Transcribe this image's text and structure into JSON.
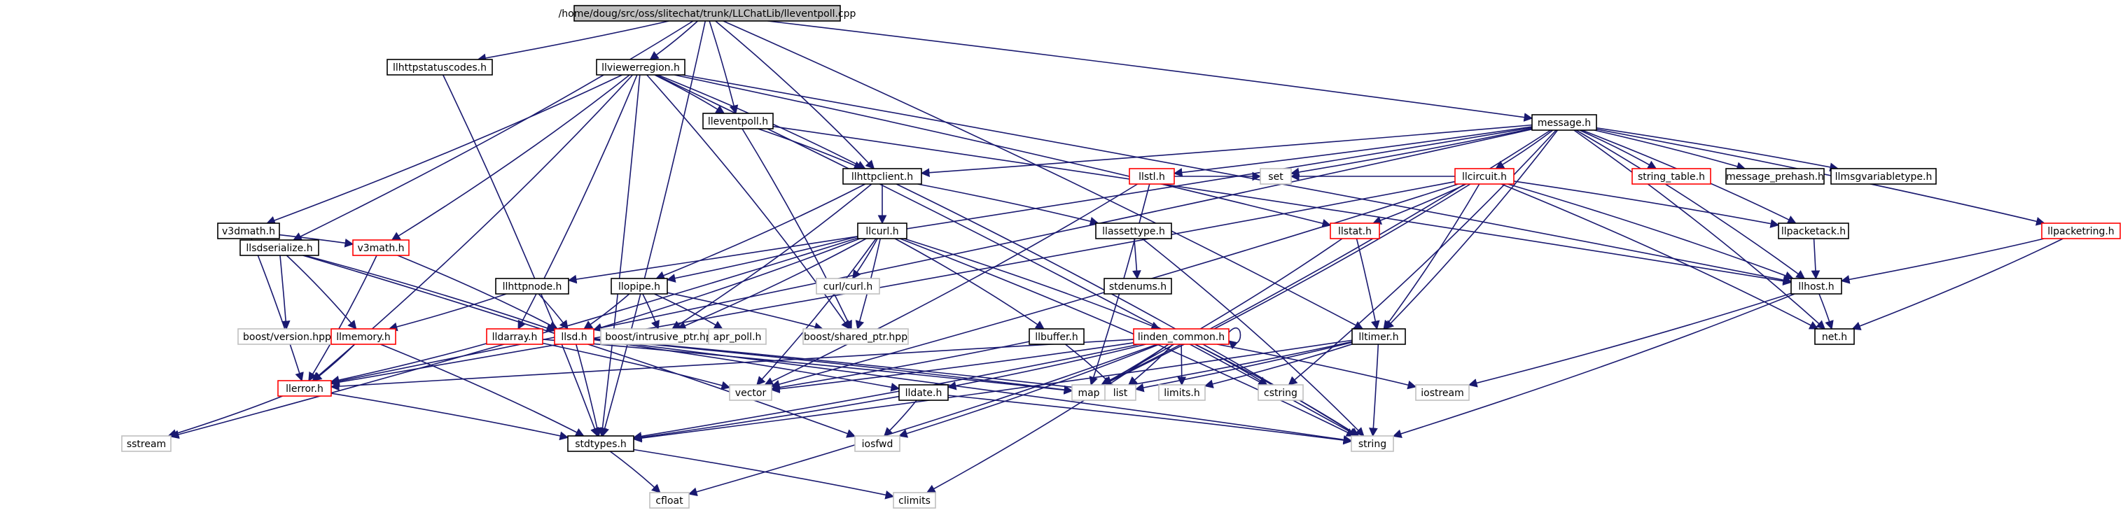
{
  "graph": {
    "colors": {
      "edge": "#191970",
      "root_fill": "#bfbfbf",
      "node_fill": "#ffffff",
      "border_normal": "#000000",
      "border_truncated": "#ff0000",
      "border_system": "#bfbfbf"
    },
    "nodes": [
      {
        "id": "root",
        "label": "/home/doug/src/oss/slitechat/trunk/LLChatLib/lleventpoll.cpp",
        "kind": "root"
      },
      {
        "id": "llhttpstatuscodes",
        "label": "llhttpstatuscodes.h",
        "kind": "normal"
      },
      {
        "id": "llviewerregion",
        "label": "llviewerregion.h",
        "kind": "normal"
      },
      {
        "id": "lleventpoll",
        "label": "lleventpoll.h",
        "kind": "normal"
      },
      {
        "id": "message",
        "label": "message.h",
        "kind": "normal"
      },
      {
        "id": "llhttpclient",
        "label": "llhttpclient.h",
        "kind": "normal"
      },
      {
        "id": "llsdserialize",
        "label": "llsdserialize.h",
        "kind": "normal"
      },
      {
        "id": "v3dmath",
        "label": "v3dmath.h",
        "kind": "normal"
      },
      {
        "id": "v3math",
        "label": "v3math.h",
        "kind": "truncated"
      },
      {
        "id": "llcurl",
        "label": "llcurl.h",
        "kind": "normal"
      },
      {
        "id": "llstl",
        "label": "llstl.h",
        "kind": "truncated"
      },
      {
        "id": "llcircuit",
        "label": "llcircuit.h",
        "kind": "truncated"
      },
      {
        "id": "string_table",
        "label": "string_table.h",
        "kind": "truncated"
      },
      {
        "id": "message_prehash",
        "label": "message_prehash.h",
        "kind": "normal"
      },
      {
        "id": "llmsgvariabletype",
        "label": "llmsgvariabletype.h",
        "kind": "normal"
      },
      {
        "id": "llpacketring",
        "label": "llpacketring.h",
        "kind": "truncated"
      },
      {
        "id": "llhttpnode",
        "label": "llhttpnode.h",
        "kind": "normal"
      },
      {
        "id": "llassettype",
        "label": "llassettype.h",
        "kind": "normal"
      },
      {
        "id": "llpacketack",
        "label": "llpacketack.h",
        "kind": "normal"
      },
      {
        "id": "llstat",
        "label": "llstat.h",
        "kind": "truncated"
      },
      {
        "id": "set",
        "label": "set",
        "kind": "system"
      },
      {
        "id": "llhost",
        "label": "llhost.h",
        "kind": "normal"
      },
      {
        "id": "stdenums",
        "label": "stdenums.h",
        "kind": "normal"
      },
      {
        "id": "llpipe",
        "label": "llopipe.h",
        "kind": "normal"
      },
      {
        "id": "curlcurl",
        "label": "curl/curl.h",
        "kind": "system"
      },
      {
        "id": "boost_version",
        "label": "boost/version.hpp",
        "kind": "system"
      },
      {
        "id": "boost_intrusive",
        "label": "boost/intrusive_ptr.hpp",
        "kind": "system"
      },
      {
        "id": "apr_poll",
        "label": "apr_poll.h",
        "kind": "system"
      },
      {
        "id": "boost_shared",
        "label": "boost/shared_ptr.hpp",
        "kind": "system"
      },
      {
        "id": "llmemory",
        "label": "llmemory.h",
        "kind": "truncated"
      },
      {
        "id": "lldarray",
        "label": "lldarray.h",
        "kind": "truncated"
      },
      {
        "id": "llsd",
        "label": "llsd.h",
        "kind": "truncated"
      },
      {
        "id": "llbuffer",
        "label": "llbuffer.h",
        "kind": "normal"
      },
      {
        "id": "linden_common",
        "label": "linden_common.h",
        "kind": "truncated"
      },
      {
        "id": "lltimer",
        "label": "lltimer.h",
        "kind": "normal"
      },
      {
        "id": "net",
        "label": "net.h",
        "kind": "normal"
      },
      {
        "id": "llerror",
        "label": "llerror.h",
        "kind": "truncated"
      },
      {
        "id": "vector",
        "label": "vector",
        "kind": "system"
      },
      {
        "id": "map",
        "label": "map",
        "kind": "system"
      },
      {
        "id": "list",
        "label": "list",
        "kind": "system"
      },
      {
        "id": "limits_h",
        "label": "limits.h",
        "kind": "system"
      },
      {
        "id": "cstring",
        "label": "cstring",
        "kind": "system"
      },
      {
        "id": "iostream",
        "label": "iostream",
        "kind": "system"
      },
      {
        "id": "lldate",
        "label": "lldate.h",
        "kind": "normal"
      },
      {
        "id": "sstream",
        "label": "sstream",
        "kind": "system"
      },
      {
        "id": "stdtypes",
        "label": "stdtypes.h",
        "kind": "normal"
      },
      {
        "id": "iosfwd",
        "label": "iosfwd",
        "kind": "system"
      },
      {
        "id": "string",
        "label": "string",
        "kind": "system"
      },
      {
        "id": "cfloat",
        "label": "cfloat",
        "kind": "system"
      },
      {
        "id": "climits",
        "label": "climits",
        "kind": "system"
      }
    ],
    "edges": [
      [
        "root",
        "llhttpstatuscodes"
      ],
      [
        "root",
        "llviewerregion"
      ],
      [
        "root",
        "lleventpoll"
      ],
      [
        "root",
        "message"
      ],
      [
        "root",
        "llhttpclient"
      ],
      [
        "root",
        "llsdserialize"
      ],
      [
        "root",
        "lltimer"
      ],
      [
        "root",
        "stdtypes"
      ],
      [
        "llhttpstatuscodes",
        "stdtypes"
      ],
      [
        "llviewerregion",
        "lleventpoll"
      ],
      [
        "llviewerregion",
        "llhttpclient"
      ],
      [
        "llviewerregion",
        "v3dmath"
      ],
      [
        "llviewerregion",
        "v3math"
      ],
      [
        "llviewerregion",
        "llstat"
      ],
      [
        "llviewerregion",
        "lldarray"
      ],
      [
        "llviewerregion",
        "llhost"
      ],
      [
        "llviewerregion",
        "stdtypes"
      ],
      [
        "llviewerregion",
        "string"
      ],
      [
        "llviewerregion",
        "boost_shared"
      ],
      [
        "llviewerregion",
        "llerror"
      ],
      [
        "lleventpoll",
        "llhttpclient"
      ],
      [
        "lleventpoll",
        "llhost"
      ],
      [
        "lleventpoll",
        "boost_shared"
      ],
      [
        "message",
        "llhttpclient"
      ],
      [
        "message",
        "llstl"
      ],
      [
        "message",
        "llcircuit"
      ],
      [
        "message",
        "string_table"
      ],
      [
        "message",
        "message_prehash"
      ],
      [
        "message",
        "llmsgvariabletype"
      ],
      [
        "message",
        "llpacketring"
      ],
      [
        "message",
        "llpacketack"
      ],
      [
        "message",
        "llhost"
      ],
      [
        "message",
        "lltimer"
      ],
      [
        "message",
        "llhttpnode"
      ],
      [
        "message",
        "set"
      ],
      [
        "message",
        "map"
      ],
      [
        "message",
        "cstring"
      ],
      [
        "message",
        "net"
      ],
      [
        "message",
        "llerror"
      ],
      [
        "llhttpclient",
        "llcurl"
      ],
      [
        "llhttpclient",
        "llassettype"
      ],
      [
        "llhttpclient",
        "llpipe"
      ],
      [
        "llhttpclient",
        "string"
      ],
      [
        "llhttpclient",
        "boost_intrusive"
      ],
      [
        "llsdserialize",
        "llsd"
      ],
      [
        "llsdserialize",
        "llmemory"
      ],
      [
        "llsdserialize",
        "boost_version"
      ],
      [
        "llsdserialize",
        "iosfwd"
      ],
      [
        "v3dmath",
        "llerror"
      ],
      [
        "v3dmath",
        "v3math"
      ],
      [
        "v3math",
        "llerror"
      ],
      [
        "v3math",
        "llsd"
      ],
      [
        "llcurl",
        "llpipe"
      ],
      [
        "llcurl",
        "curlcurl"
      ],
      [
        "llcurl",
        "boost_intrusive"
      ],
      [
        "llcurl",
        "boost_shared"
      ],
      [
        "llcurl",
        "llbuffer"
      ],
      [
        "llcurl",
        "linden_common"
      ],
      [
        "llcurl",
        "vector"
      ],
      [
        "llcurl",
        "string"
      ],
      [
        "llcurl",
        "llsd"
      ],
      [
        "llcurl",
        "sstream"
      ],
      [
        "llstl",
        "set"
      ],
      [
        "llstl",
        "vector"
      ],
      [
        "llstl",
        "map"
      ],
      [
        "llcircuit",
        "llstat"
      ],
      [
        "llcircuit",
        "llhost"
      ],
      [
        "llcircuit",
        "llpacketack"
      ],
      [
        "llcircuit",
        "lltimer"
      ],
      [
        "llcircuit",
        "net"
      ],
      [
        "llcircuit",
        "set"
      ],
      [
        "llcircuit",
        "map"
      ],
      [
        "llcircuit",
        "vector"
      ],
      [
        "llcircuit",
        "llerror"
      ],
      [
        "llpacketring",
        "llhost"
      ],
      [
        "llpacketring",
        "net"
      ],
      [
        "llhttpnode",
        "llmemory"
      ],
      [
        "llhttpnode",
        "llsd"
      ],
      [
        "llassettype",
        "stdenums"
      ],
      [
        "llassettype",
        "string"
      ],
      [
        "llpacketack",
        "llhost"
      ],
      [
        "llstat",
        "lltimer"
      ],
      [
        "llstat",
        "map"
      ],
      [
        "llhost",
        "net"
      ],
      [
        "llhost",
        "string"
      ],
      [
        "llhost",
        "iostream"
      ],
      [
        "llpipe",
        "llsd"
      ],
      [
        "llpipe",
        "boost_intrusive"
      ],
      [
        "llpipe",
        "boost_shared"
      ],
      [
        "llpipe",
        "apr_poll"
      ],
      [
        "llmemory",
        "llerror"
      ],
      [
        "llmemory",
        "stdtypes"
      ],
      [
        "lldarray",
        "llerror"
      ],
      [
        "lldarray",
        "vector"
      ],
      [
        "lldarray",
        "map"
      ],
      [
        "llsd",
        "map"
      ],
      [
        "llsd",
        "string"
      ],
      [
        "llsd",
        "lldate"
      ],
      [
        "llsd",
        "stdtypes"
      ],
      [
        "llsd",
        "list"
      ],
      [
        "llbuffer",
        "list"
      ],
      [
        "llbuffer",
        "vector"
      ],
      [
        "linden_common",
        "linden_common"
      ],
      [
        "linden_common",
        "llerror"
      ],
      [
        "linden_common",
        "stdtypes"
      ],
      [
        "linden_common",
        "lldate"
      ],
      [
        "linden_common",
        "vector"
      ],
      [
        "linden_common",
        "map"
      ],
      [
        "linden_common",
        "list"
      ],
      [
        "linden_common",
        "limits_h"
      ],
      [
        "linden_common",
        "cstring"
      ],
      [
        "linden_common",
        "iostream"
      ],
      [
        "linden_common",
        "string"
      ],
      [
        "linden_common",
        "iosfwd"
      ],
      [
        "linden_common",
        "cfloat"
      ],
      [
        "linden_common",
        "climits"
      ],
      [
        "lltimer",
        "stdtypes"
      ],
      [
        "lltimer",
        "string"
      ],
      [
        "lltimer",
        "list"
      ],
      [
        "lltimer",
        "limits_h"
      ],
      [
        "lltimer",
        "map"
      ],
      [
        "llerror",
        "sstream"
      ],
      [
        "llerror",
        "stdtypes"
      ],
      [
        "lldate",
        "stdtypes"
      ],
      [
        "lldate",
        "iosfwd"
      ],
      [
        "lldate",
        "string"
      ],
      [
        "stdtypes",
        "cfloat"
      ],
      [
        "stdtypes",
        "climits"
      ]
    ]
  }
}
